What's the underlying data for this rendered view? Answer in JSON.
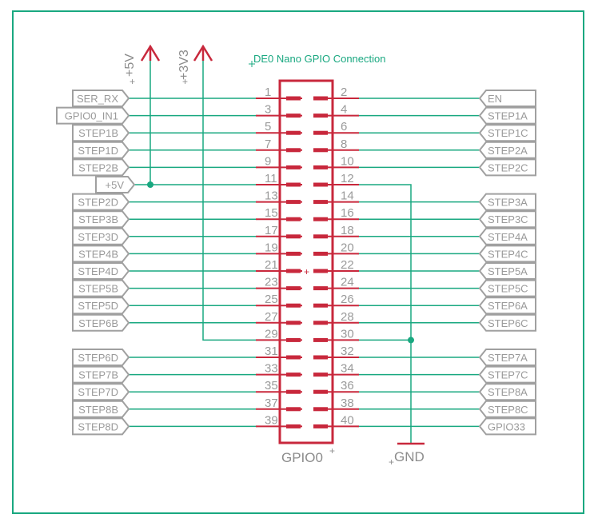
{
  "title": "DE0 Nano GPIO Connection",
  "connector_name": "GPIO0",
  "gnd_label": "GND",
  "rails": {
    "p5v": "+5V",
    "p3v3": "+3V3"
  },
  "left_labels": [
    "SER_RX",
    "GPIO0_IN1",
    "STEP1B",
    "STEP1D",
    "STEP2B",
    "+5V",
    "STEP2D",
    "STEP3B",
    "STEP3D",
    "STEP4B",
    "STEP4D",
    "STEP5B",
    "STEP5D",
    "STEP6B",
    "",
    "STEP6D",
    "STEP7B",
    "STEP7D",
    "STEP8B",
    "STEP8D"
  ],
  "right_labels": [
    "EN",
    "STEP1A",
    "STEP1C",
    "STEP2A",
    "STEP2C",
    "",
    "STEP3A",
    "STEP3C",
    "STEP4A",
    "STEP4C",
    "STEP5A",
    "STEP5C",
    "STEP6A",
    "STEP6C",
    "",
    "STEP7A",
    "STEP7C",
    "STEP8A",
    "STEP8C",
    "GPIO33"
  ],
  "odd_pins": [
    "1",
    "3",
    "5",
    "7",
    "9",
    "11",
    "13",
    "15",
    "17",
    "19",
    "21",
    "23",
    "25",
    "27",
    "29",
    "31",
    "33",
    "35",
    "37",
    "39"
  ],
  "even_pins": [
    "2",
    "4",
    "6",
    "8",
    "10",
    "12",
    "14",
    "16",
    "18",
    "20",
    "22",
    "24",
    "26",
    "28",
    "30",
    "32",
    "34",
    "36",
    "38",
    "40"
  ],
  "colors": {
    "wire": "#19a880",
    "part": "#c8283c",
    "flag": "#a0a0a0",
    "frame": "#19a880"
  }
}
